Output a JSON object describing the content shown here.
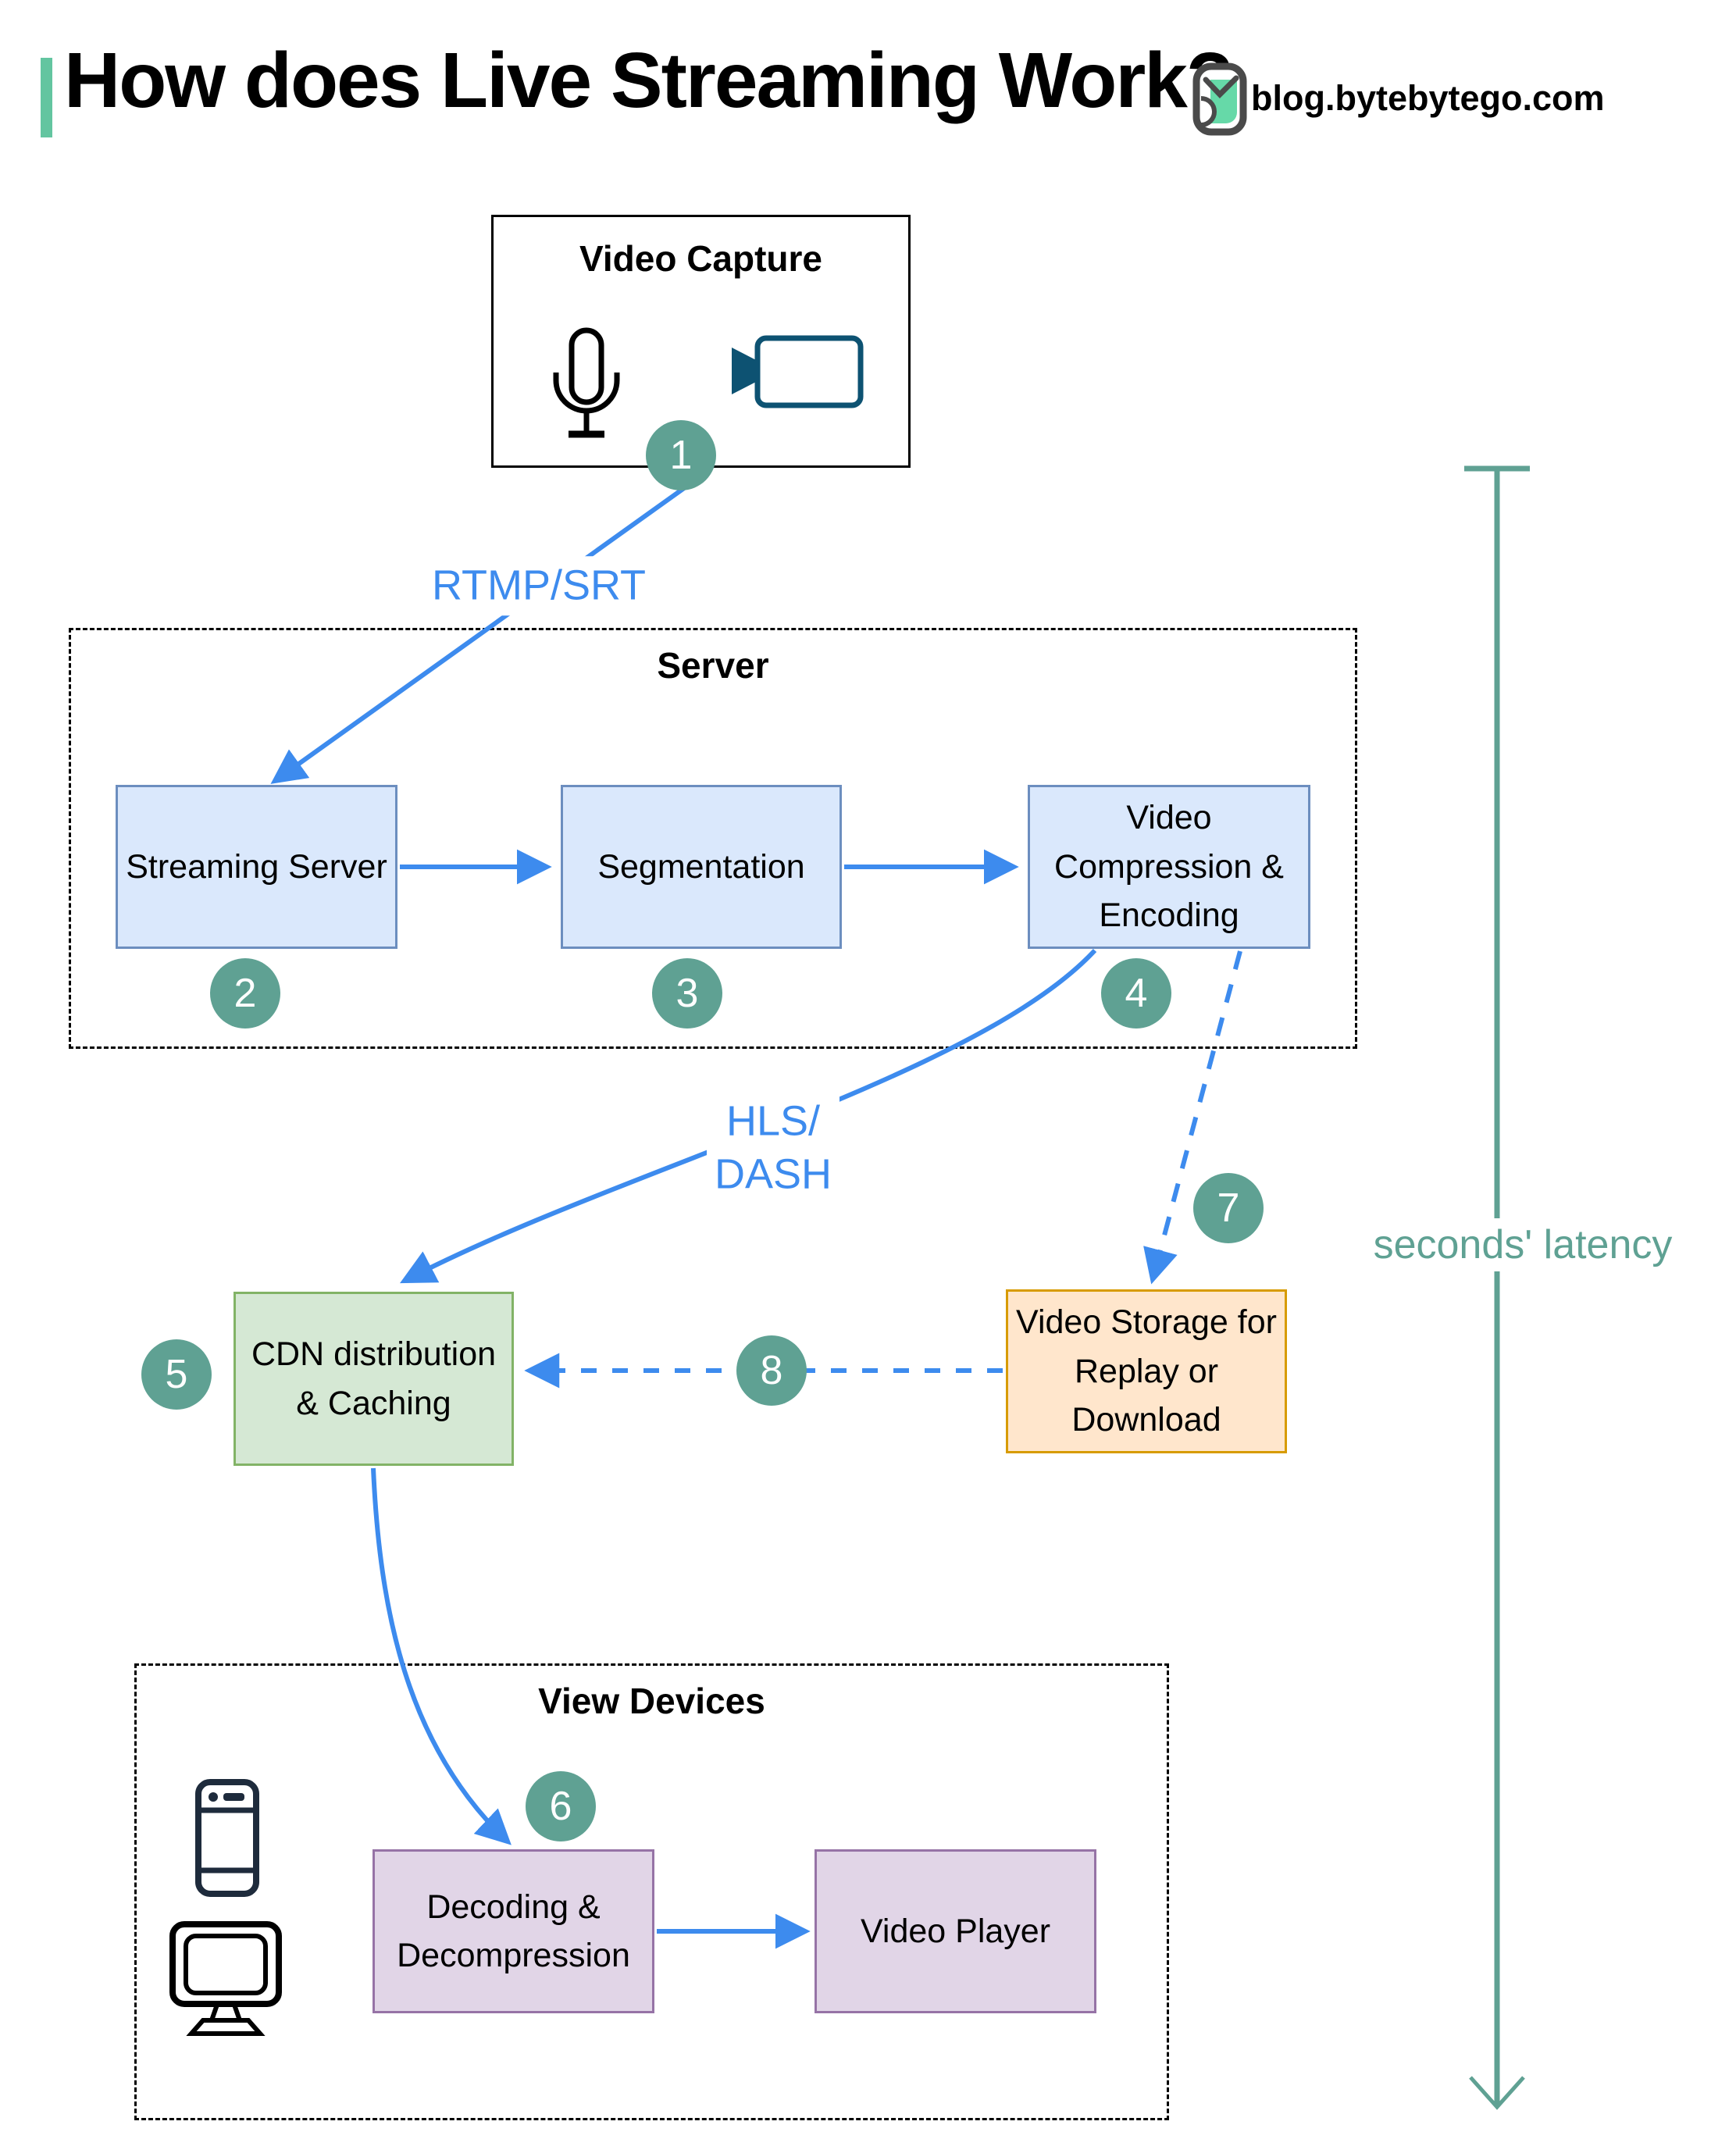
{
  "header": {
    "title": "How does Live Streaming Work?",
    "site": "blog.bytebytego.com"
  },
  "groups": {
    "server": {
      "label": "Server"
    },
    "view_devices": {
      "label": "View Devices"
    }
  },
  "nodes": {
    "video_capture": {
      "label": "Video Capture",
      "step": "1"
    },
    "streaming_server": {
      "label": "Streaming Server",
      "step": "2"
    },
    "segmentation": {
      "label": "Segmentation",
      "step": "3"
    },
    "video_compression": {
      "label": "Video Compression & Encoding",
      "step": "4"
    },
    "cdn": {
      "label": "CDN distribution & Caching",
      "step": "5"
    },
    "video_storage": {
      "label": "Video Storage for Replay or Download",
      "step": "7"
    },
    "decoding": {
      "label": "Decoding & Decompression",
      "step": "6"
    },
    "video_player": {
      "label": "Video Player"
    }
  },
  "edges": {
    "capture_to_server": {
      "label": "RTMP/SRT"
    },
    "compression_to_cdn": {
      "label_line1": "HLS/",
      "label_line2": "DASH"
    },
    "storage_to_cdn": {
      "step": "8"
    }
  },
  "annotations": {
    "latency": "seconds' latency"
  },
  "icons": {
    "microphone": "microphone-icon",
    "video_camera": "video-camera-icon",
    "smartphone": "smartphone-icon",
    "monitor": "monitor-icon",
    "logo": "bytebytego-logo-icon"
  },
  "colors": {
    "accent_blue": "#3D8BEE",
    "teal": "#5FA193",
    "mint": "#63C5A0",
    "camera_teal": "#0D5272",
    "box_blue_fill": "#DAE8FC",
    "box_blue_border": "#6C8EBF",
    "box_green_fill": "#D5E8D4",
    "box_green_border": "#82B366",
    "box_orange_fill": "#FFE6CC",
    "box_orange_border": "#D79B00",
    "box_purple_fill": "#E1D5E7",
    "box_purple_border": "#9673A6"
  }
}
